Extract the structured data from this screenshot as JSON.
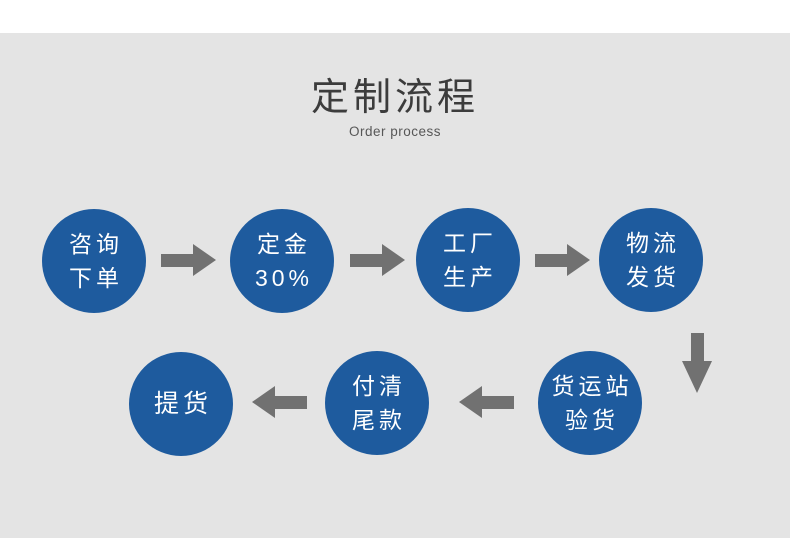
{
  "header": {
    "title": "定制流程",
    "subtitle": "Order process"
  },
  "colors": {
    "page": "#ffffff",
    "band": "#e4e4e4",
    "circle": "#1e5b9e",
    "circle_text": "#ffffff",
    "arrow": "#717171",
    "title": "#3c3c3c",
    "subtitle": "#575757"
  },
  "flow": {
    "steps": [
      {
        "id": "consult-order",
        "line1": "咨询",
        "line2": "下单"
      },
      {
        "id": "deposit-30-percent",
        "line1": "定金",
        "line2": "30%"
      },
      {
        "id": "factory-production",
        "line1": "工厂",
        "line2": "生产"
      },
      {
        "id": "logistics-shipping",
        "line1": "物流",
        "line2": "发货"
      },
      {
        "id": "freight-station-inspection",
        "line1": "货运站",
        "line2": "验货"
      },
      {
        "id": "pay-balance",
        "line1": "付清",
        "line2": "尾款"
      },
      {
        "id": "pick-up-goods",
        "line1": "提货",
        "line2": ""
      }
    ],
    "arrow_directions": [
      "right",
      "right",
      "right",
      "down",
      "left",
      "left"
    ]
  }
}
